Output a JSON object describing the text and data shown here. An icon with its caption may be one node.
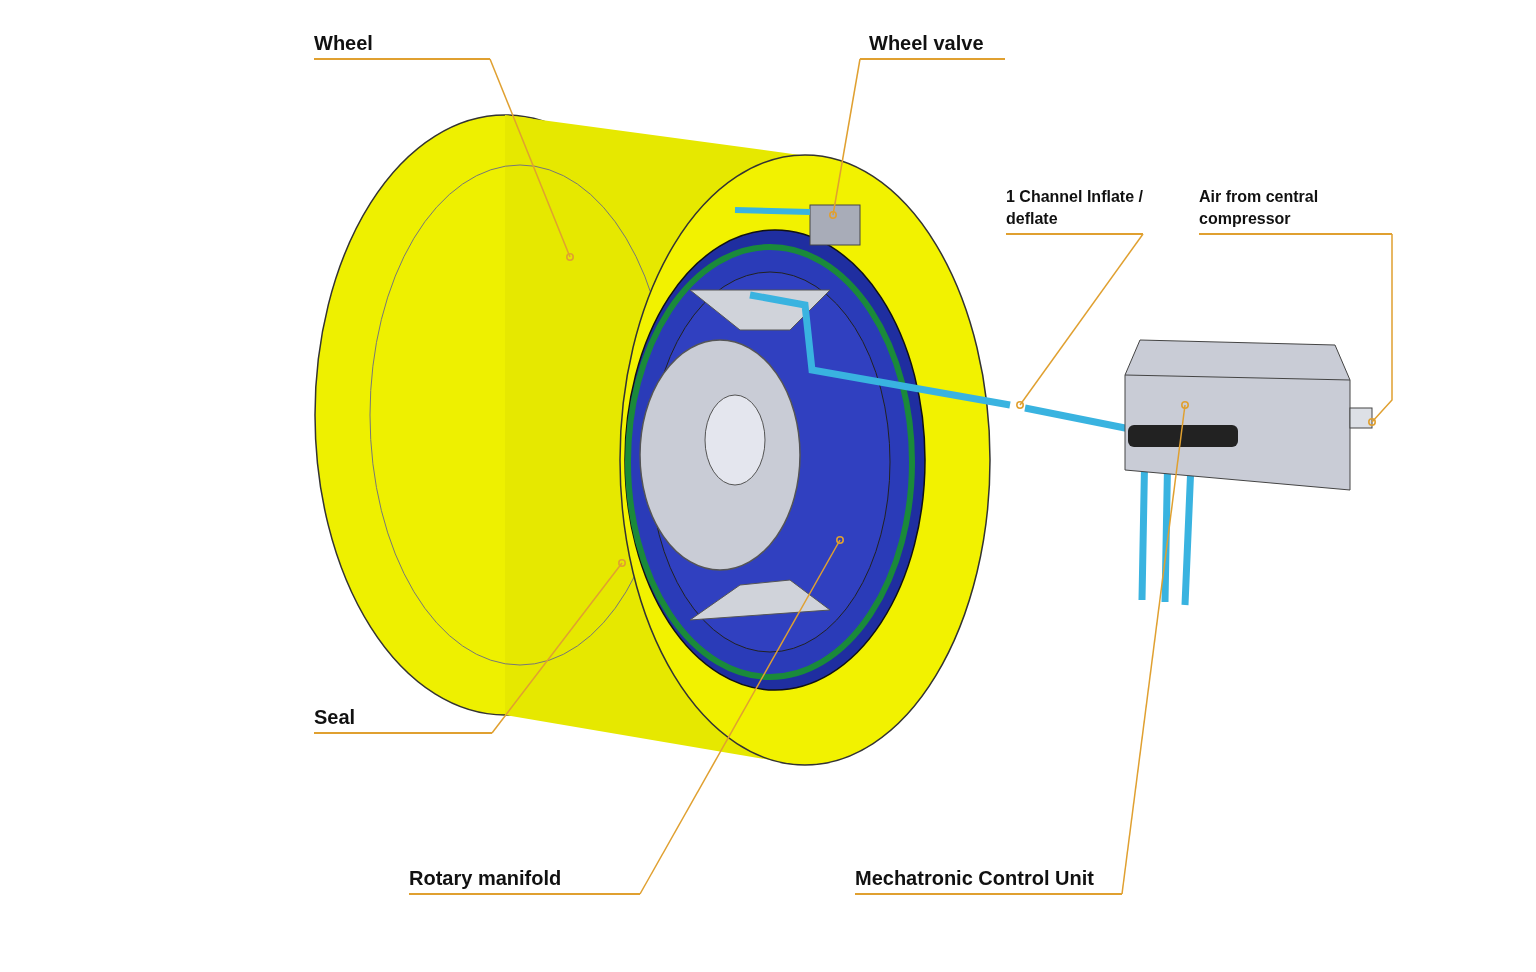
{
  "diagram": {
    "nodes": [
      {
        "text": [
          "Wheel"
        ]
      },
      {
        "text": [
          "Wheel valve"
        ]
      },
      {
        "text": [
          "1 Channel Inflate / deflate"
        ]
      },
      {
        "text": [
          "Air from central compressor"
        ]
      },
      {
        "text": [
          "Seal"
        ]
      },
      {
        "text": [
          "Rotary manifold"
        ]
      },
      {
        "text": [
          "Mechatronic Control Unit"
        ]
      }
    ],
    "edges": [
      {
        "from": 0,
        "to": null,
        "arrow": "other"
      },
      {
        "from": 1,
        "to": null,
        "arrow": "other"
      },
      {
        "from": 2,
        "to": null,
        "arrow": "other"
      },
      {
        "from": 3,
        "to": null,
        "arrow": "other"
      },
      {
        "from": 4,
        "to": null,
        "arrow": "other"
      },
      {
        "from": 5,
        "to": null,
        "arrow": "other"
      },
      {
        "from": 6,
        "to": null,
        "arrow": "other"
      }
    ]
  }
}
